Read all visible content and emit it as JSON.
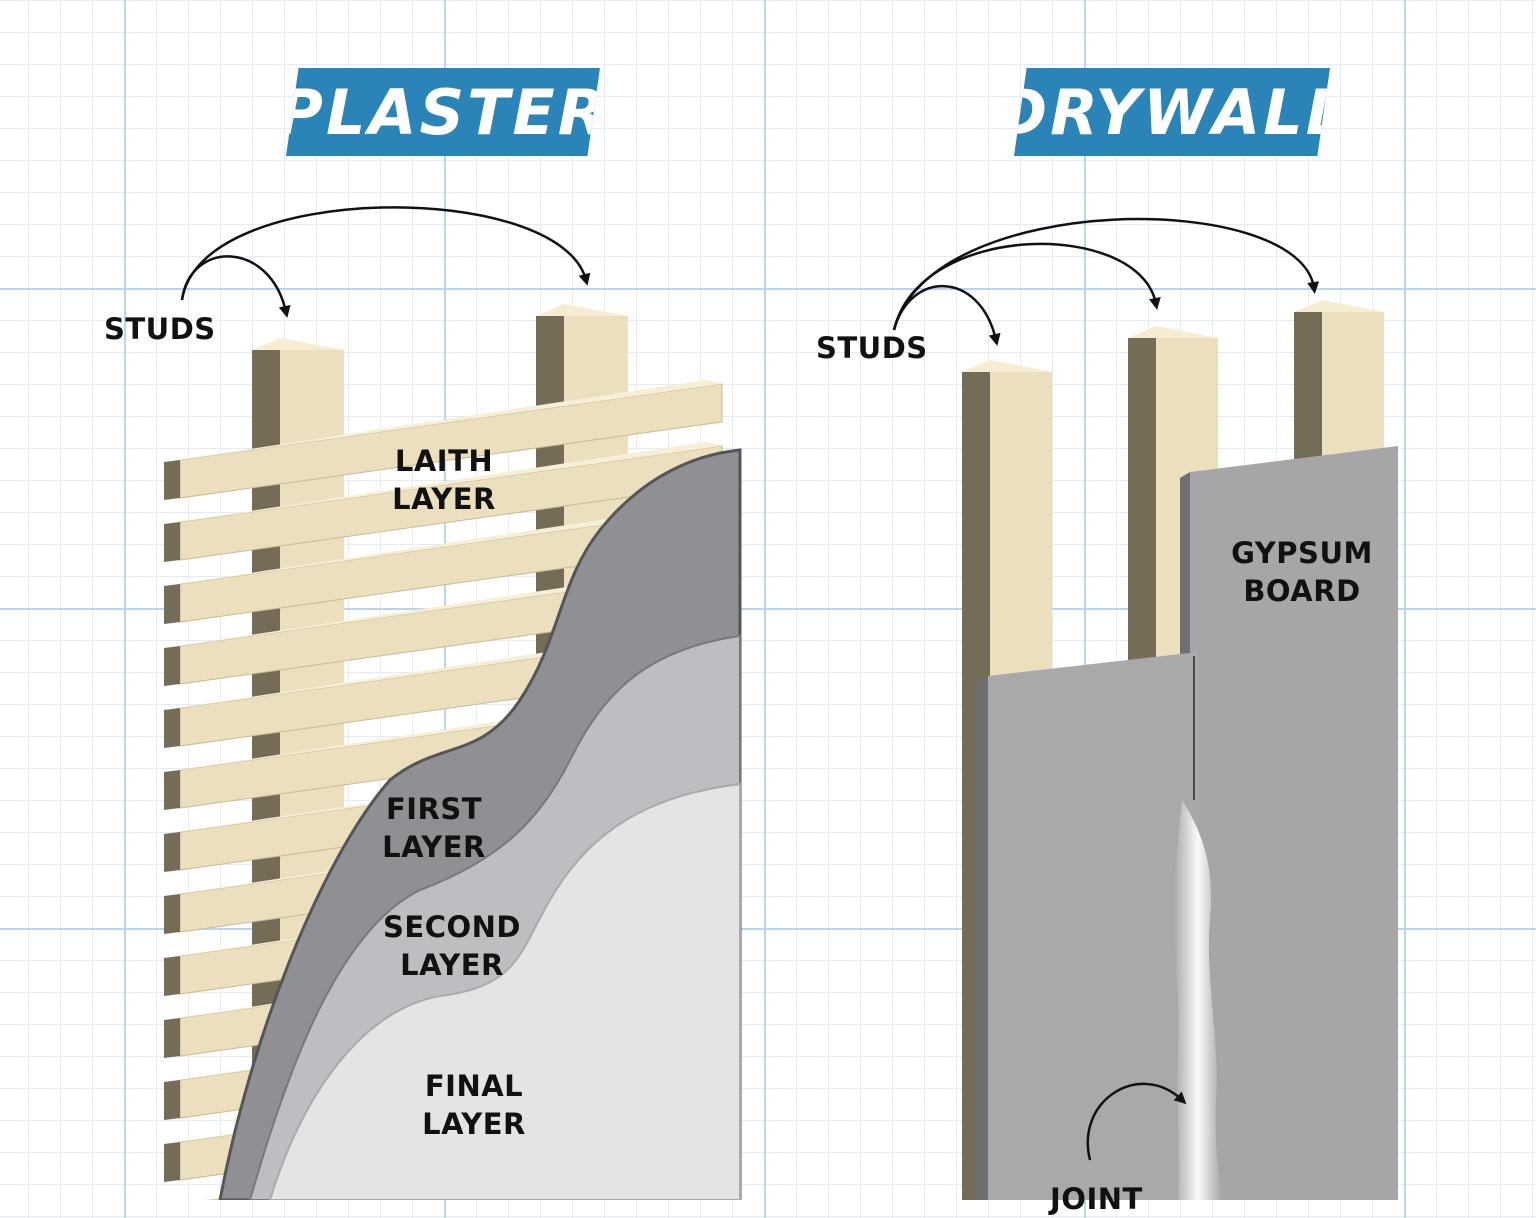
{
  "plaster": {
    "title": "PLASTER",
    "studs_label": "STUDS",
    "laith_label": "LAITH\nLAYER",
    "first_label": "FIRST\nLAYER",
    "second_label": "SECOND\nLAYER",
    "final_label": "FINAL\nLAYER"
  },
  "drywall": {
    "title": "DRYWALL",
    "studs_label": "STUDS",
    "gypsum_label": "GYPSUM\nBOARD",
    "joint_label": "JOINT"
  },
  "colors": {
    "banner": "#2b84b8",
    "wood_face": "#ebdfbd",
    "wood_side": "#756c58",
    "plaster_dark": "#8f9094",
    "plaster_mid": "#bdbec1",
    "plaster_light": "#e4e4e6",
    "board": "#a6a6a8"
  }
}
